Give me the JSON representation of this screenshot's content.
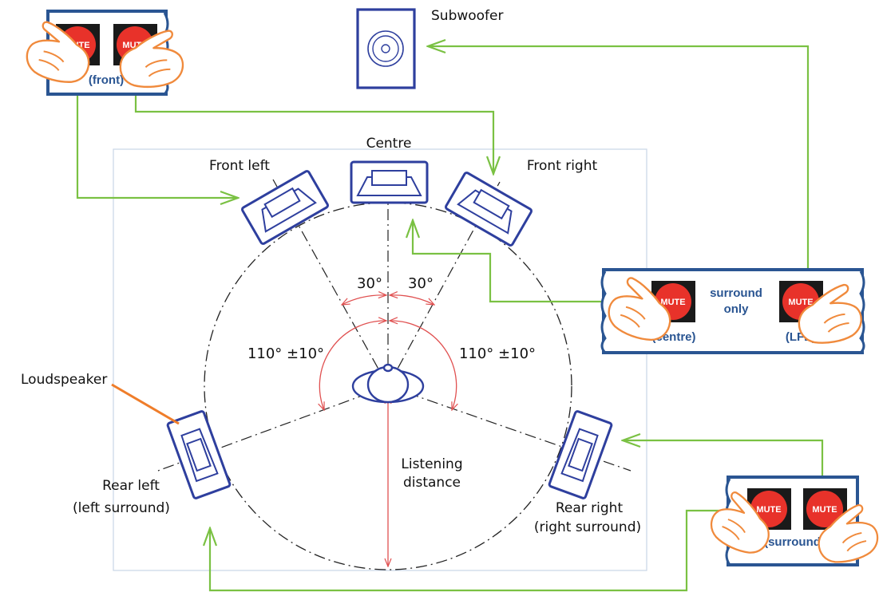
{
  "labels": {
    "subwoofer": "Subwoofer",
    "centre": "Centre",
    "front_left": "Front left",
    "front_right": "Front right",
    "loudspeaker": "Loudspeaker",
    "rear_left_line1": "Rear left",
    "rear_left_line2": "(left surround)",
    "rear_right_line1": "Rear right",
    "rear_right_line2": "(right surround)",
    "listening_line1": "Listening",
    "listening_line2": "distance",
    "angle_left_30": "30°",
    "angle_right_30": "30°",
    "angle_left_110": "110° ±10°",
    "angle_right_110": "110° ±10°"
  },
  "panels": {
    "front": {
      "button_label": "MUTE",
      "caption": "(front)"
    },
    "centre_lfe": {
      "button_label": "MUTE",
      "caption_left": "(centre)",
      "caption_middle_line1": "surround",
      "caption_middle_line2": "only",
      "caption_right": "(LFE)"
    },
    "surround": {
      "button_label": "MUTE",
      "caption": "(surround)"
    }
  },
  "colors": {
    "speaker_blue": "#2e3f9e",
    "panel_blue": "#2a5592",
    "mute_red": "#e8322a",
    "arrow_green": "#7ac143",
    "angle_red": "#e05050",
    "hand_orange": "#f08a3c",
    "pointer_orange": "#ef7d2a"
  }
}
